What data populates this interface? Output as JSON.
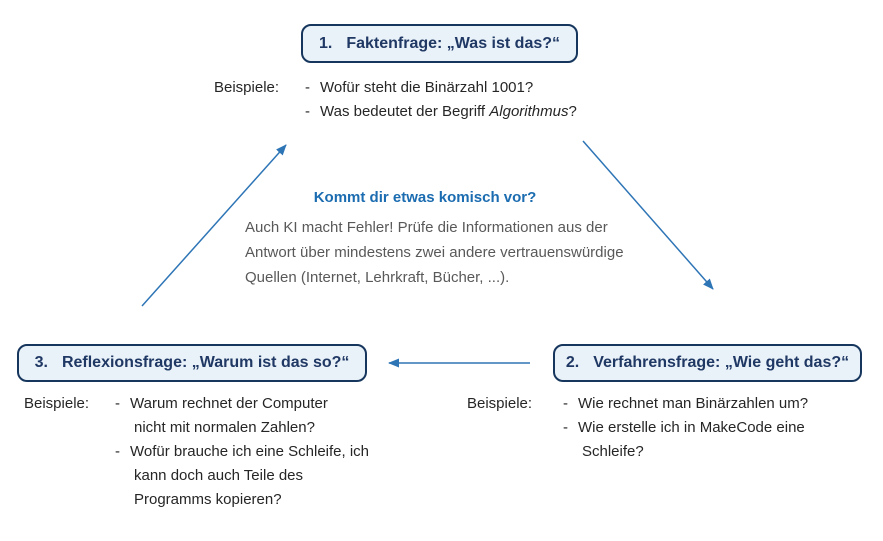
{
  "colors": {
    "box-border": "#17365d",
    "box-fill": "#eaf2f9",
    "box-text": "#1f3864",
    "heading-blue": "#1b6cb0",
    "arrow-blue": "#2e75b6",
    "body-gray": "#595959",
    "text-dark": "#262626"
  },
  "bullet": "-",
  "examples_label": "Beispiele:",
  "boxes": {
    "fact": {
      "number": "1.",
      "label": "Faktenfrage: „Was ist das?“"
    },
    "procedure": {
      "number": "2.",
      "label": "Verfahrensfrage: „Wie geht das?“"
    },
    "reflection": {
      "number": "3.",
      "label": "Reflexionsfrage: „Warum ist das so?“"
    }
  },
  "fact_examples": {
    "item1": {
      "line1": "Wofür steht die Binärzahl 1001?"
    },
    "item2": {
      "before_italic": "Was bedeutet der Begriff ",
      "italic": "Algorithmus",
      "after_italic": "?"
    }
  },
  "notice": {
    "heading": "Kommt dir etwas komisch vor?",
    "line1": "Auch KI macht Fehler! Prüfe die Informationen aus der",
    "line2": "Antwort über mindestens zwei andere vertrauenswürdige",
    "line3": "Quellen (Internet, Lehrkraft, Bücher, ...)."
  },
  "reflection_examples": {
    "item1": {
      "line1": "Warum rechnet der Computer",
      "line2": "nicht mit normalen Zahlen?"
    },
    "item2": {
      "line1": "Wofür brauche ich eine Schleife, ich",
      "line2": "kann doch auch Teile des",
      "line3": "Programms kopieren?"
    }
  },
  "procedure_examples": {
    "item1": {
      "line1": "Wie rechnet man Binärzahlen um?"
    },
    "item2": {
      "line1": "Wie erstelle ich in MakeCode eine",
      "line2": "Schleife?"
    }
  }
}
